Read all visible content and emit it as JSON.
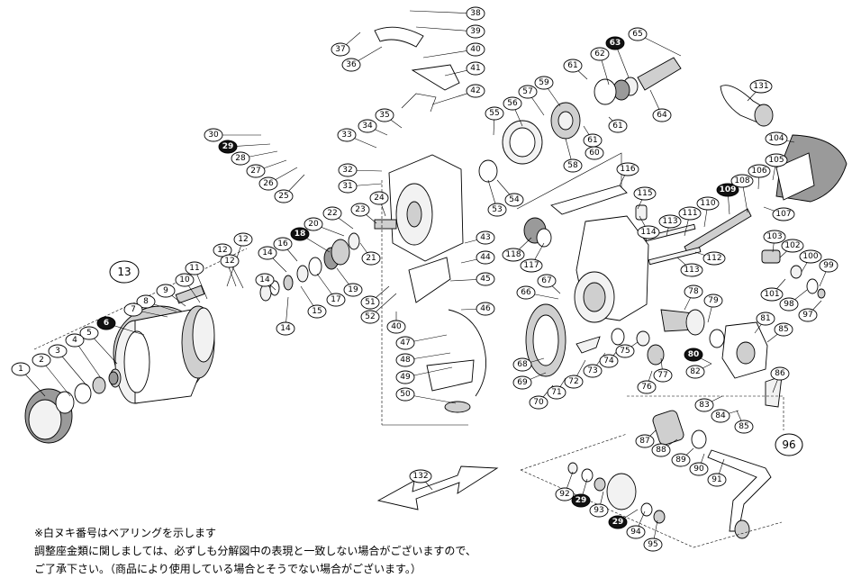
{
  "assembly_label": "13",
  "spool_assembly_label": "96",
  "notes": [
    "※白ヌキ番号はベアリングを示します",
    "調整座金類に関しましては、必ずしも分解図中の表現と一致しない場合がございますので、",
    "ご了承下さい。（商品により使用している場合とそうでない場合がございます。）"
  ],
  "part_labels": [
    {
      "id": "38",
      "bearing": false
    },
    {
      "id": "39",
      "bearing": false
    },
    {
      "id": "40",
      "bearing": false
    },
    {
      "id": "41",
      "bearing": false
    },
    {
      "id": "42",
      "bearing": false
    },
    {
      "id": "37",
      "bearing": false
    },
    {
      "id": "36",
      "bearing": false
    },
    {
      "id": "65",
      "bearing": false
    },
    {
      "id": "63",
      "bearing": true
    },
    {
      "id": "62",
      "bearing": false
    },
    {
      "id": "61",
      "bearing": false
    },
    {
      "id": "64",
      "bearing": false
    },
    {
      "id": "131",
      "bearing": false
    },
    {
      "id": "60",
      "bearing": false
    },
    {
      "id": "59",
      "bearing": false
    },
    {
      "id": "57",
      "bearing": false
    },
    {
      "id": "56",
      "bearing": false
    },
    {
      "id": "55",
      "bearing": false
    },
    {
      "id": "58",
      "bearing": false
    },
    {
      "id": "54",
      "bearing": false
    },
    {
      "id": "53",
      "bearing": false
    },
    {
      "id": "35",
      "bearing": false
    },
    {
      "id": "34",
      "bearing": false
    },
    {
      "id": "33",
      "bearing": false
    },
    {
      "id": "30",
      "bearing": false
    },
    {
      "id": "29",
      "bearing": true
    },
    {
      "id": "28",
      "bearing": false
    },
    {
      "id": "27",
      "bearing": false
    },
    {
      "id": "26",
      "bearing": false
    },
    {
      "id": "25",
      "bearing": false
    },
    {
      "id": "32",
      "bearing": false
    },
    {
      "id": "31",
      "bearing": false
    },
    {
      "id": "24",
      "bearing": false
    },
    {
      "id": "23",
      "bearing": false
    },
    {
      "id": "22",
      "bearing": false
    },
    {
      "id": "20",
      "bearing": false
    },
    {
      "id": "18",
      "bearing": true
    },
    {
      "id": "16",
      "bearing": false
    },
    {
      "id": "21",
      "bearing": false
    },
    {
      "id": "19",
      "bearing": false
    },
    {
      "id": "17",
      "bearing": false
    },
    {
      "id": "15",
      "bearing": false
    },
    {
      "id": "14",
      "bearing": false
    },
    {
      "id": "12",
      "bearing": false
    },
    {
      "id": "11",
      "bearing": false
    },
    {
      "id": "10",
      "bearing": false
    },
    {
      "id": "9",
      "bearing": false
    },
    {
      "id": "8",
      "bearing": false
    },
    {
      "id": "7",
      "bearing": false
    },
    {
      "id": "6",
      "bearing": true
    },
    {
      "id": "5",
      "bearing": false
    },
    {
      "id": "4",
      "bearing": false
    },
    {
      "id": "3",
      "bearing": false
    },
    {
      "id": "2",
      "bearing": false
    },
    {
      "id": "1",
      "bearing": false
    },
    {
      "id": "43",
      "bearing": false
    },
    {
      "id": "44",
      "bearing": false
    },
    {
      "id": "45",
      "bearing": false
    },
    {
      "id": "51",
      "bearing": false
    },
    {
      "id": "52",
      "bearing": false
    },
    {
      "id": "46",
      "bearing": false
    },
    {
      "id": "47",
      "bearing": false
    },
    {
      "id": "48",
      "bearing": false
    },
    {
      "id": "49",
      "bearing": false
    },
    {
      "id": "50",
      "bearing": false
    },
    {
      "id": "104",
      "bearing": false
    },
    {
      "id": "116",
      "bearing": false
    },
    {
      "id": "115",
      "bearing": false
    },
    {
      "id": "114",
      "bearing": false
    },
    {
      "id": "113",
      "bearing": false
    },
    {
      "id": "111",
      "bearing": false
    },
    {
      "id": "110",
      "bearing": false
    },
    {
      "id": "109",
      "bearing": true
    },
    {
      "id": "108",
      "bearing": false
    },
    {
      "id": "106",
      "bearing": false
    },
    {
      "id": "105",
      "bearing": false
    },
    {
      "id": "107",
      "bearing": false
    },
    {
      "id": "112",
      "bearing": false
    },
    {
      "id": "118",
      "bearing": false
    },
    {
      "id": "117",
      "bearing": false
    },
    {
      "id": "103",
      "bearing": false
    },
    {
      "id": "102",
      "bearing": false
    },
    {
      "id": "100",
      "bearing": false
    },
    {
      "id": "99",
      "bearing": false
    },
    {
      "id": "101",
      "bearing": false
    },
    {
      "id": "98",
      "bearing": false
    },
    {
      "id": "97",
      "bearing": false
    },
    {
      "id": "66",
      "bearing": false
    },
    {
      "id": "67",
      "bearing": false
    },
    {
      "id": "78",
      "bearing": false
    },
    {
      "id": "79",
      "bearing": false
    },
    {
      "id": "81",
      "bearing": false
    },
    {
      "id": "85",
      "bearing": false
    },
    {
      "id": "80",
      "bearing": true
    },
    {
      "id": "82",
      "bearing": false
    },
    {
      "id": "86",
      "bearing": false
    },
    {
      "id": "83",
      "bearing": false
    },
    {
      "id": "84",
      "bearing": false
    },
    {
      "id": "68",
      "bearing": false
    },
    {
      "id": "69",
      "bearing": false
    },
    {
      "id": "70",
      "bearing": false
    },
    {
      "id": "71",
      "bearing": false
    },
    {
      "id": "72",
      "bearing": false
    },
    {
      "id": "73",
      "bearing": false
    },
    {
      "id": "74",
      "bearing": false
    },
    {
      "id": "75",
      "bearing": false
    },
    {
      "id": "76",
      "bearing": false
    },
    {
      "id": "77",
      "bearing": false
    },
    {
      "id": "87",
      "bearing": false
    },
    {
      "id": "88",
      "bearing": false
    },
    {
      "id": "89",
      "bearing": false
    },
    {
      "id": "90",
      "bearing": false
    },
    {
      "id": "91",
      "bearing": false
    },
    {
      "id": "132",
      "bearing": false
    },
    {
      "id": "92",
      "bearing": false
    },
    {
      "id": "93",
      "bearing": false
    },
    {
      "id": "94",
      "bearing": false
    },
    {
      "id": "95",
      "bearing": false
    }
  ]
}
